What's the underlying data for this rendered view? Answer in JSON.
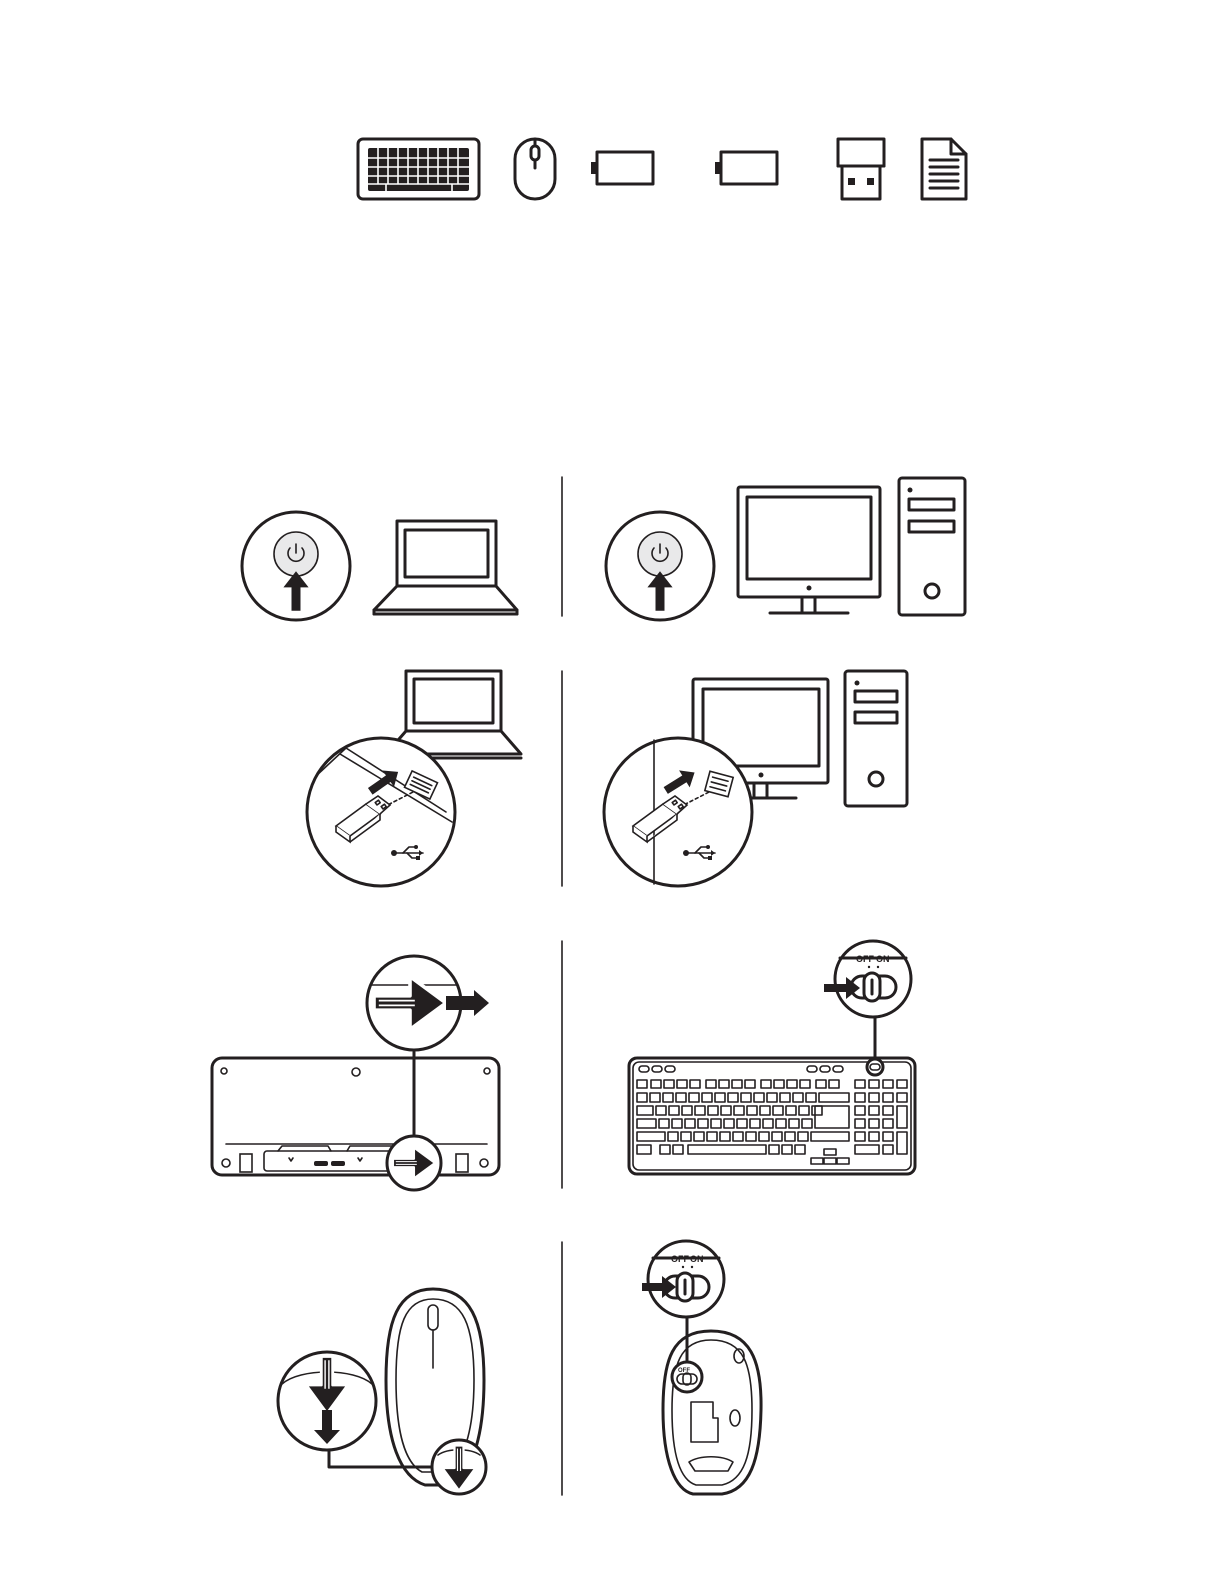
{
  "switch_labels": {
    "keyboard_off": "OFF",
    "keyboard_on": "ON",
    "mouse_off": "OFF",
    "mouse_on": "ON"
  },
  "box_contents": [
    "keyboard-icon",
    "mouse-icon",
    "battery-icon",
    "battery-icon",
    "usb-receiver-icon",
    "document-icon"
  ],
  "colors": {
    "line": "#231f20",
    "background": "#ffffff"
  }
}
